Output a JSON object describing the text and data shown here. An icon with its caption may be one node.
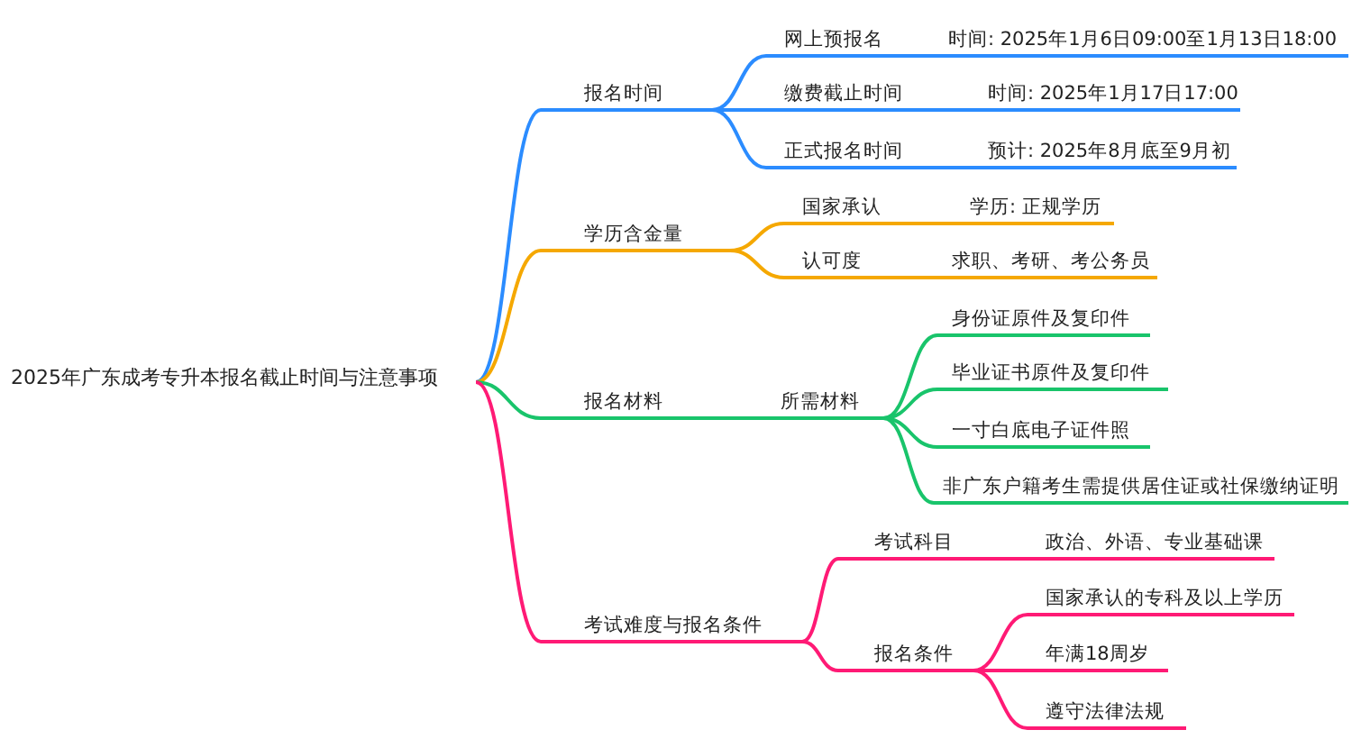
{
  "diagram": {
    "nodes": [
      {
        "text": [
          "2025年广东成考专升本报名截止时间与注意事项"
        ]
      },
      {
        "text": [
          "报名时间"
        ]
      },
      {
        "text": [
          "网上预报名"
        ]
      },
      {
        "text": [
          "时间: 2025年1月6日09:00至1月13日18:00"
        ]
      },
      {
        "text": [
          "缴费截止时间"
        ]
      },
      {
        "text": [
          "时间: 2025年1月17日17:00"
        ]
      },
      {
        "text": [
          "正式报名时间"
        ]
      },
      {
        "text": [
          "预计: 2025年8月底至9月初"
        ]
      },
      {
        "text": [
          "学历含金量"
        ]
      },
      {
        "text": [
          "国家承认"
        ]
      },
      {
        "text": [
          "学历: 正规学历"
        ]
      },
      {
        "text": [
          "认可度"
        ]
      },
      {
        "text": [
          "求职、考研、考公务员"
        ]
      },
      {
        "text": [
          "报名材料"
        ]
      },
      {
        "text": [
          "所需材料"
        ]
      },
      {
        "text": [
          "身份证原件及复印件"
        ]
      },
      {
        "text": [
          "毕业证书原件及复印件"
        ]
      },
      {
        "text": [
          "一寸白底电子证件照"
        ]
      },
      {
        "text": [
          "非广东户籍考生需提供居住证或社保缴纳证明"
        ]
      },
      {
        "text": [
          "考试难度与报名条件"
        ]
      },
      {
        "text": [
          "考试科目"
        ]
      },
      {
        "text": [
          "政治、外语、专业基础课"
        ]
      },
      {
        "text": [
          "报名条件"
        ]
      },
      {
        "text": [
          "国家承认的专科及以上学历"
        ]
      },
      {
        "text": [
          "年满18周岁"
        ]
      },
      {
        "text": [
          "遵守法律法规"
        ]
      }
    ],
    "edges": [
      {
        "from": 0,
        "to": 1,
        "arrow": "none",
        "color": "#2b8cff"
      },
      {
        "from": 1,
        "to": 2,
        "arrow": "none",
        "color": "#2b8cff"
      },
      {
        "from": 2,
        "to": 3,
        "arrow": "none",
        "color": "#2b8cff"
      },
      {
        "from": 1,
        "to": 4,
        "arrow": "none",
        "color": "#2b8cff"
      },
      {
        "from": 4,
        "to": 5,
        "arrow": "none",
        "color": "#2b8cff"
      },
      {
        "from": 1,
        "to": 6,
        "arrow": "none",
        "color": "#2b8cff"
      },
      {
        "from": 6,
        "to": 7,
        "arrow": "none",
        "color": "#2b8cff"
      },
      {
        "from": 0,
        "to": 8,
        "arrow": "none",
        "color": "#f5a800"
      },
      {
        "from": 8,
        "to": 9,
        "arrow": "none",
        "color": "#f5a800"
      },
      {
        "from": 9,
        "to": 10,
        "arrow": "none",
        "color": "#f5a800"
      },
      {
        "from": 8,
        "to": 11,
        "arrow": "none",
        "color": "#f5a800"
      },
      {
        "from": 11,
        "to": 12,
        "arrow": "none",
        "color": "#f5a800"
      },
      {
        "from": 0,
        "to": 13,
        "arrow": "none",
        "color": "#19c46b"
      },
      {
        "from": 13,
        "to": 14,
        "arrow": "none",
        "color": "#19c46b"
      },
      {
        "from": 14,
        "to": 15,
        "arrow": "none",
        "color": "#19c46b"
      },
      {
        "from": 14,
        "to": 16,
        "arrow": "none",
        "color": "#19c46b"
      },
      {
        "from": 14,
        "to": 17,
        "arrow": "none",
        "color": "#19c46b"
      },
      {
        "from": 14,
        "to": 18,
        "arrow": "none",
        "color": "#19c46b"
      },
      {
        "from": 0,
        "to": 19,
        "arrow": "none",
        "color": "#ff1a75"
      },
      {
        "from": 19,
        "to": 20,
        "arrow": "none",
        "color": "#ff1a75"
      },
      {
        "from": 20,
        "to": 21,
        "arrow": "none",
        "color": "#ff1a75"
      },
      {
        "from": 19,
        "to": 22,
        "arrow": "none",
        "color": "#ff1a75"
      },
      {
        "from": 22,
        "to": 23,
        "arrow": "none",
        "color": "#ff1a75"
      },
      {
        "from": 22,
        "to": 24,
        "arrow": "none",
        "color": "#ff1a75"
      },
      {
        "from": 22,
        "to": 25,
        "arrow": "none",
        "color": "#ff1a75"
      }
    ]
  }
}
